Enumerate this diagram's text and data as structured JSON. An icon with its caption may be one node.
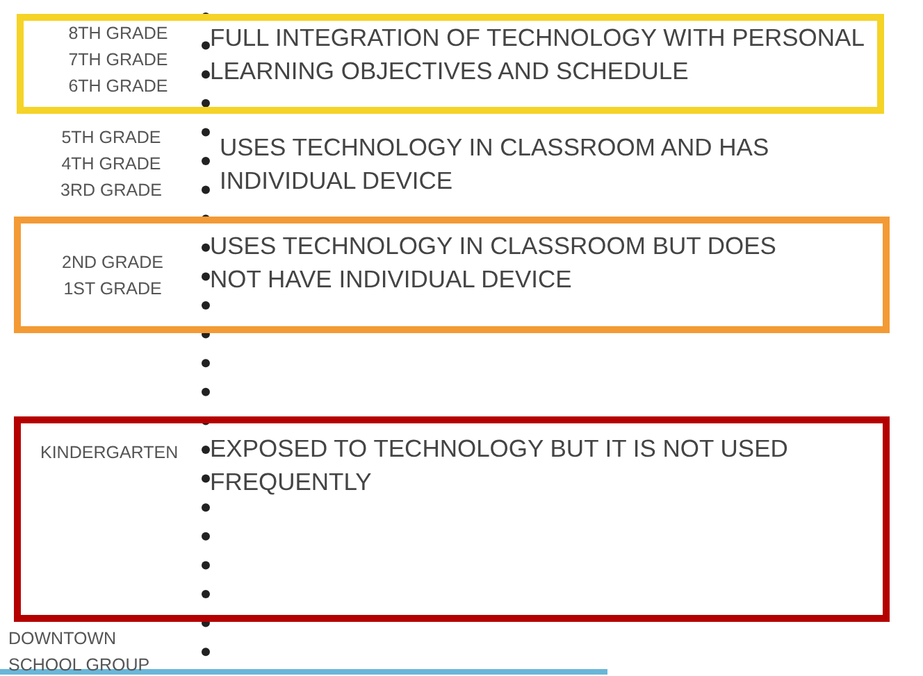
{
  "diagram": {
    "nodes": [
      {
        "text": [
          "8TH GRADE",
          "7TH GRADE",
          "6TH GRADE",
          "FULL INTEGRATION OF TECHNOLOGY WITH PERSONAL LEARNING OBJECTIVES AND SCHEDULE"
        ]
      },
      {
        "text": [
          "2ND GRADE",
          "1ST GRADE",
          "USES TECHNOLOGY IN CLASSROOM BUT DOES NOT HAVE INDIVIDUAL DEVICE"
        ]
      },
      {
        "text": [
          "KINDERGARTEN",
          "EXPOSED TO TECHNOLOGY BUT IT IS NOT USED FREQUENTLY"
        ]
      }
    ],
    "edges": [],
    "labels": [
      "5TH GRADE",
      "4TH GRADE",
      "3RD GRADE",
      "USES TECHNOLOGY IN CLASSROOM AND HAS INDIVIDUAL DEVICE",
      "DOWNTOWN SCHOOL GROUP"
    ]
  }
}
